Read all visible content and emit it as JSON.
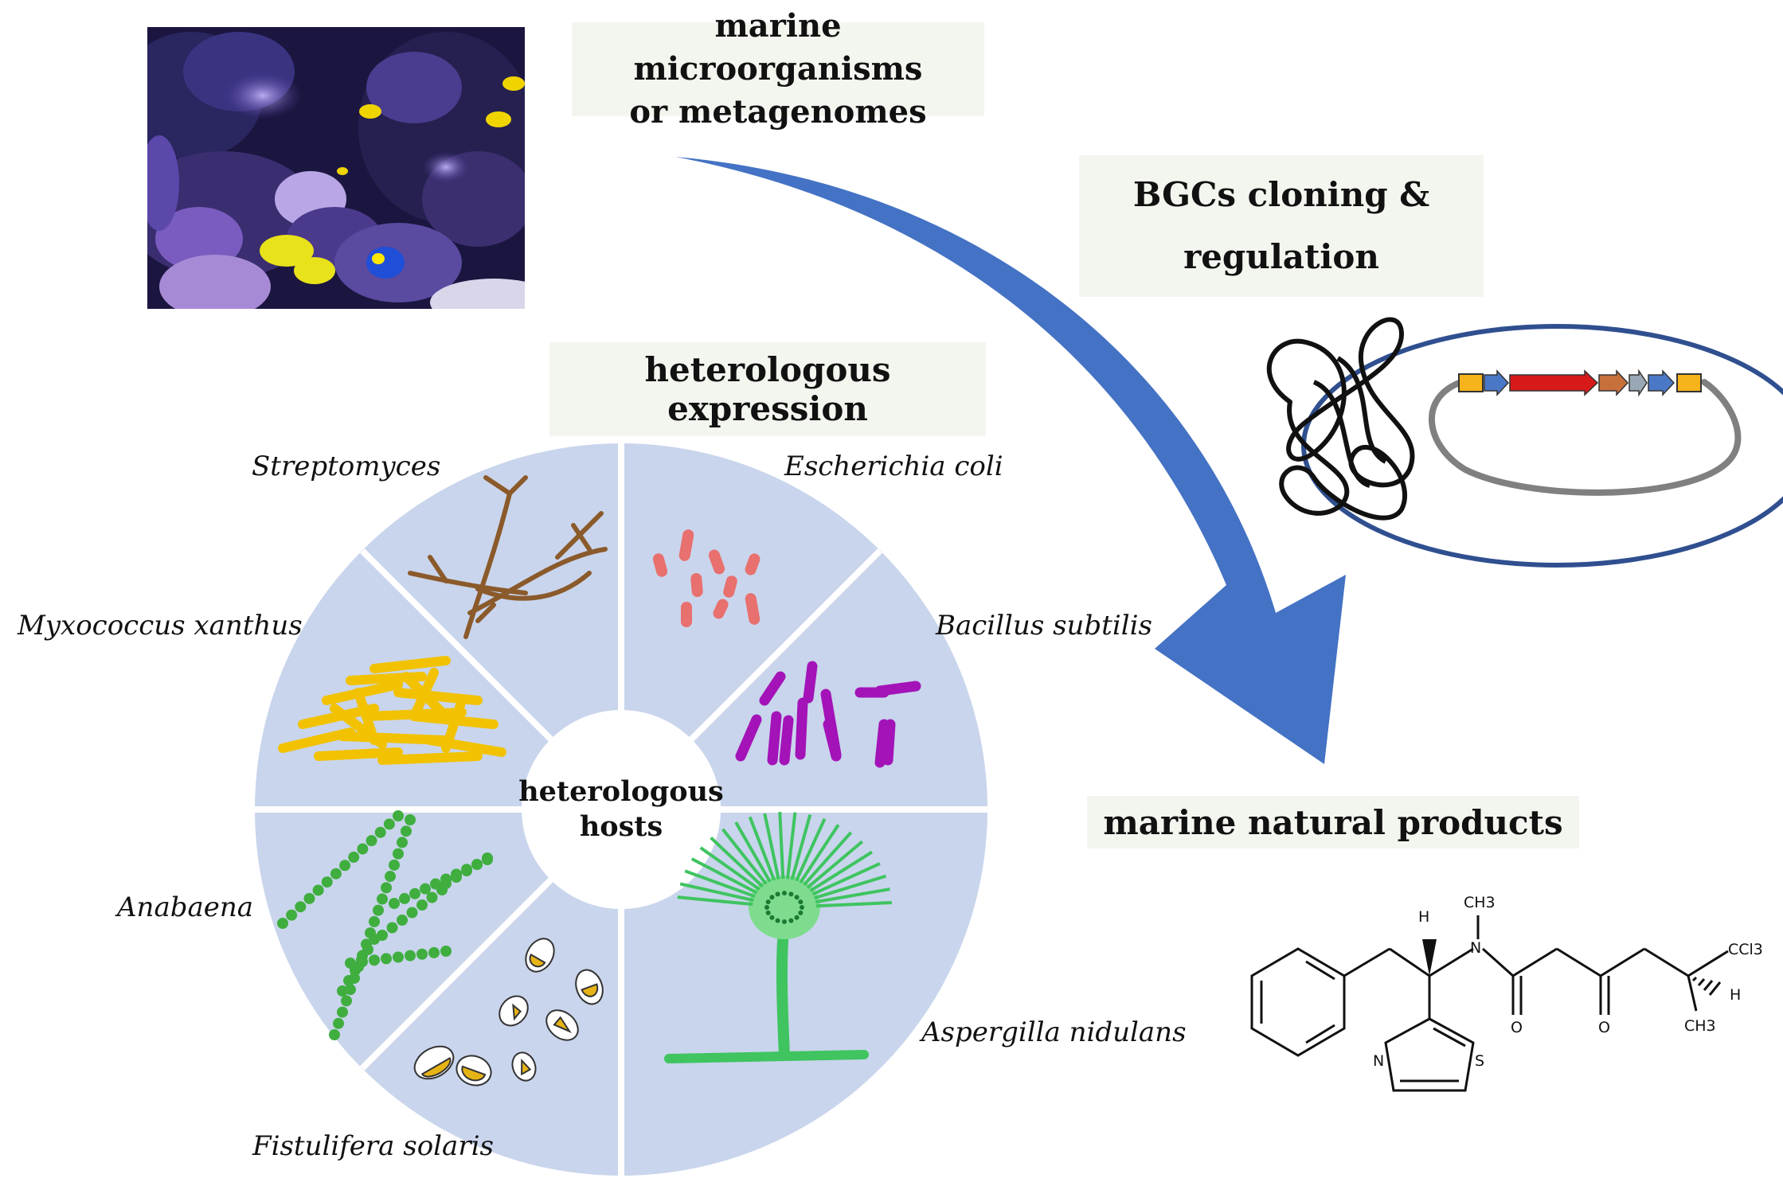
{
  "labels": {
    "source": [
      "marine microorganisms",
      "or metagenomes"
    ],
    "cloning": [
      "BGCs cloning &",
      "regulation"
    ],
    "expression": "heterologous expression",
    "products": "marine natural products",
    "center": [
      "heterologous",
      "hosts"
    ]
  },
  "hosts": {
    "streptomyces": "Streptomyces",
    "ecoli": "Escherichia coli",
    "myxococcus": "Myxococcus xanthus",
    "bacillus": "Bacillus subtilis",
    "anabaena": "Anabaena",
    "aspergilla": "Aspergilla nidulans",
    "fistulifera": "Fistulifera solaris"
  },
  "molecule_atoms": {
    "h_top": "H",
    "n_amide": "N",
    "ch3_top": "CH3",
    "o_left": "O",
    "o_right": "O",
    "ccl3": "CCl3",
    "h_right": "H",
    "ch3_bottom": "CH3",
    "n_ring": "N",
    "s_ring": "S"
  },
  "colors": {
    "arrow": "#4472c4",
    "pie_fill": "#c9d5ec",
    "plasmid_outline": "#2f4f8f",
    "label_box": "#f3f6ef",
    "streptomyces": "#8b5a2b",
    "ecoli": "#e8706e",
    "bacillus": "#a313b8",
    "myxococcus": "#f2c200",
    "anabaena": "#3fae3f",
    "aspergilla": "#3fc460",
    "fistulifera": "#e7b416"
  }
}
